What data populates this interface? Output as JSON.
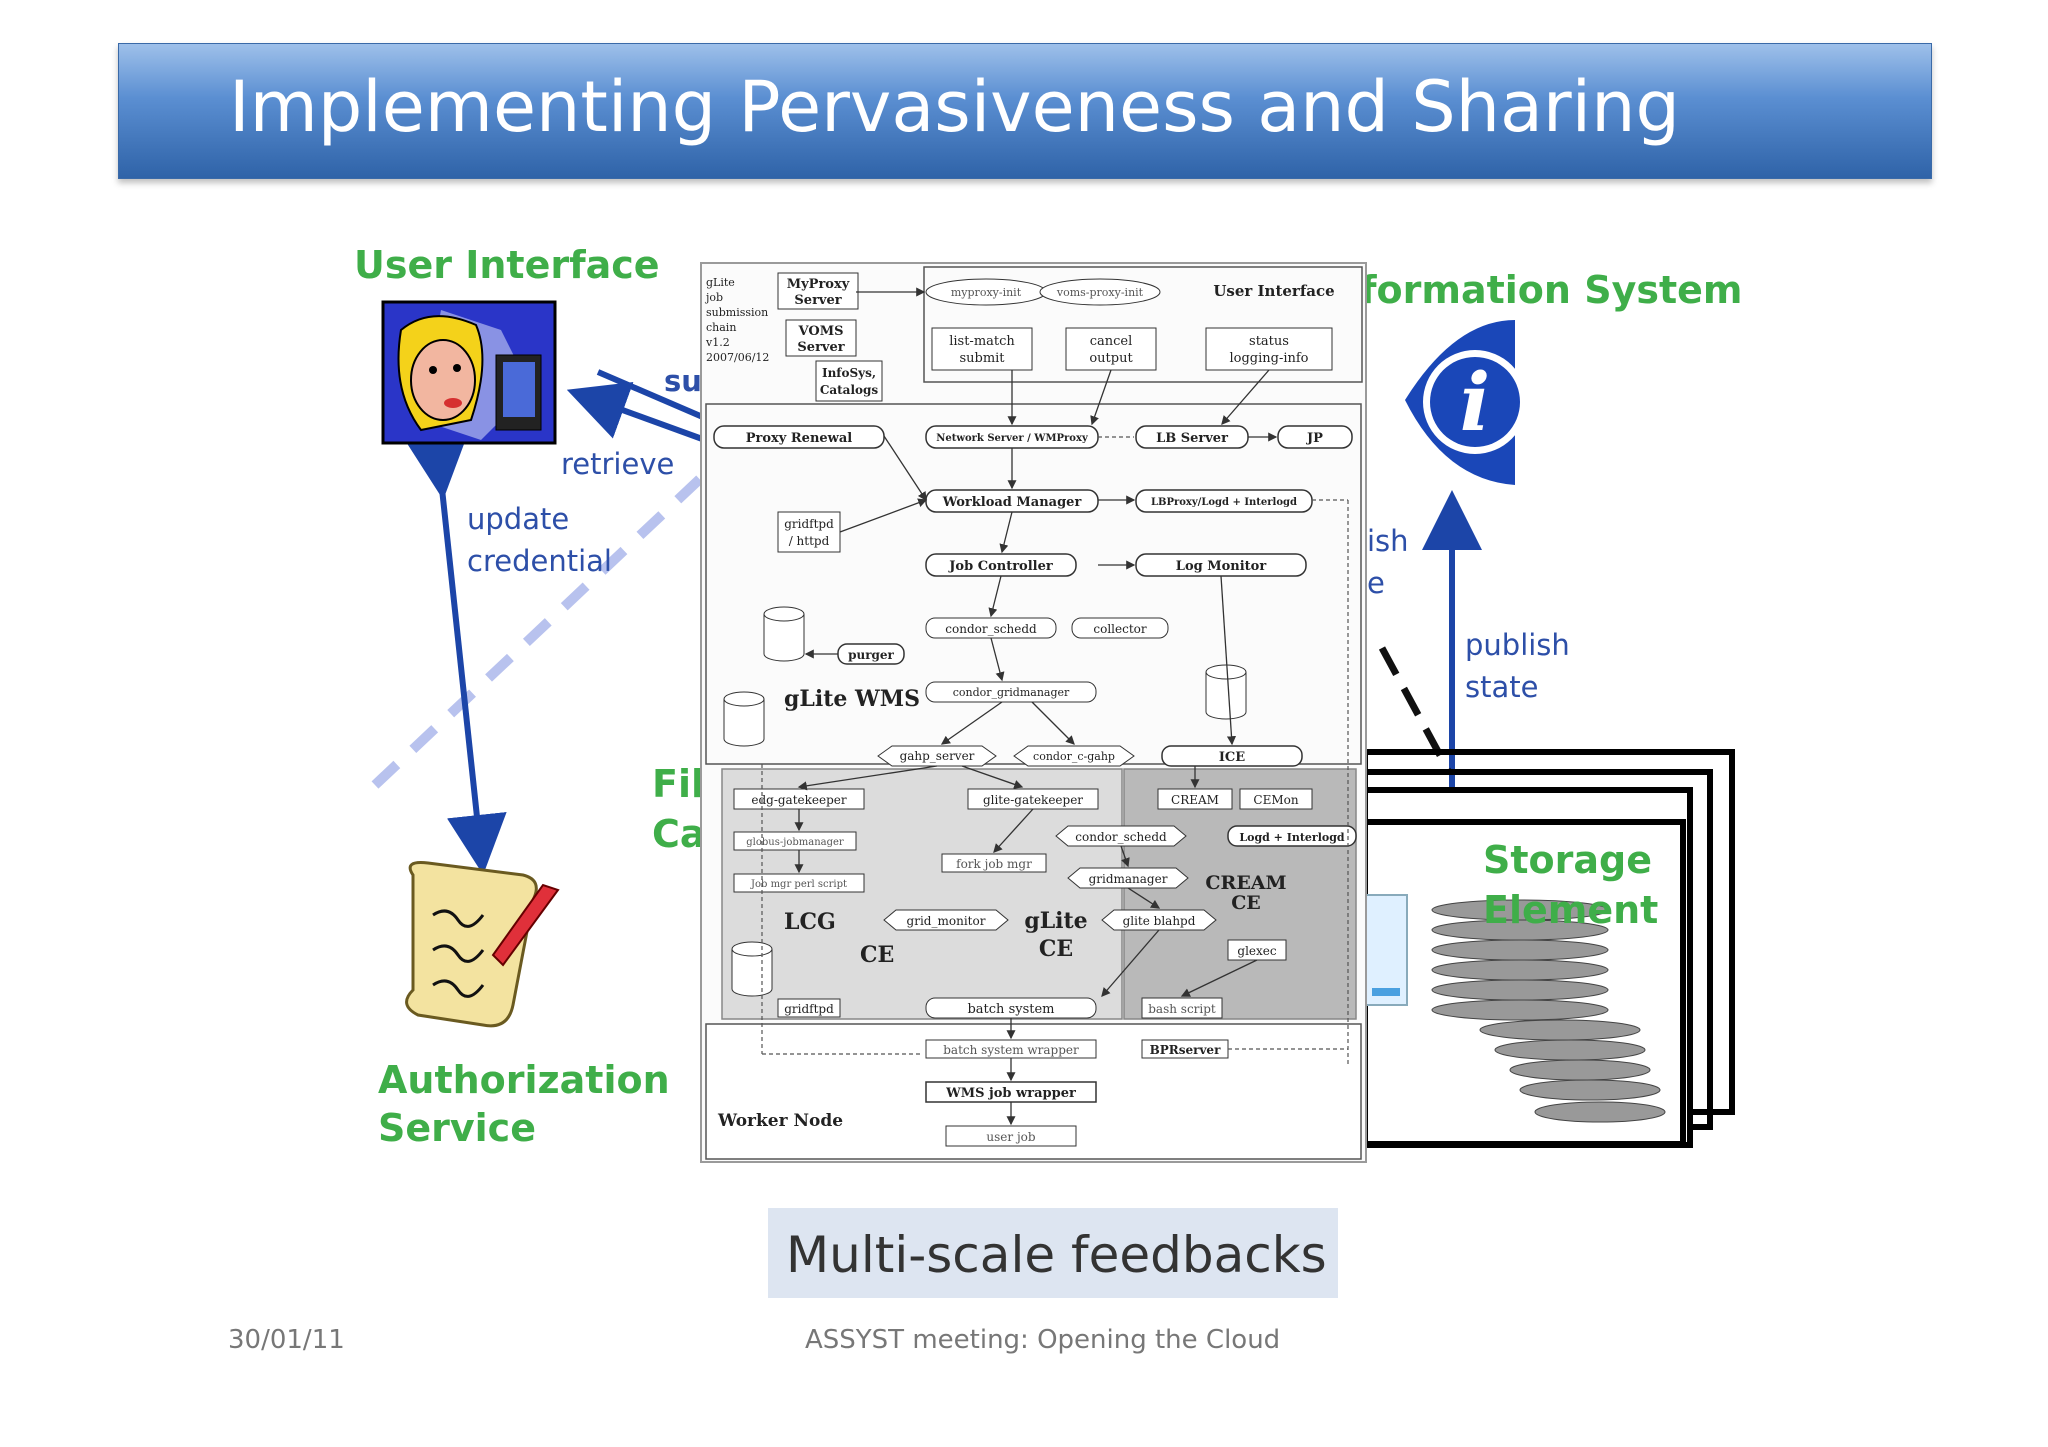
{
  "slide": {
    "title": "Implementing Pervasiveness and Sharing",
    "caption": "Multi-scale feedbacks",
    "footer_date": "30/01/11",
    "footer_center": "ASSYST meeting: Opening the Cloud"
  },
  "outer": {
    "user_interface": "User Interface",
    "information_system": "formation System",
    "retrieve": "retrieve",
    "submit_partial": "su",
    "update_credential_1": "update",
    "update_credential_2": "credential",
    "file_catalog_1": "Fil",
    "file_catalog_2": "Ca",
    "publish_state_1": "publish",
    "publish_state_2": "state",
    "ish_partial": "ish",
    "e_partial": "e",
    "storage_element_1": "Storage",
    "storage_element_2": "Element",
    "authorization_1": "Authorization",
    "authorization_2": "Service"
  },
  "wms": {
    "chain_note": [
      "gLite",
      "job",
      "submission",
      "chain",
      "v1.2",
      "2007/06/12"
    ],
    "myproxy_server_1": "MyProxy",
    "myproxy_server_2": "Server",
    "voms_server_1": "VOMS",
    "voms_server_2": "Server",
    "infosys_1": "InfoSys,",
    "infosys_2": "Catalogs",
    "myproxy_init": "myproxy-init",
    "voms_proxy_init": "voms-proxy-init",
    "ui_label": "User Interface",
    "list_match_1": "list-match",
    "list_match_2": "submit",
    "cancel_1": "cancel",
    "cancel_2": "output",
    "status_1": "status",
    "status_2": "logging-info",
    "proxy_renewal": "Proxy Renewal",
    "network_server": "Network Server / WMProxy",
    "lb_server": "LB Server",
    "jp": "JP",
    "workload_manager": "Workload Manager",
    "lbproxy": "LBProxy/Logd + Interlogd",
    "gridftpd_1": "gridftpd",
    "gridftpd_2": "/ httpd",
    "job_controller": "Job Controller",
    "log_monitor": "Log Monitor",
    "condor_schedd": "condor_schedd",
    "collector": "collector",
    "purger": "purger",
    "glite_wms": "gLite WMS",
    "condor_gridmanager": "condor_gridmanager",
    "gahp_server": "gahp_server",
    "condor_c_gahp": "condor_c-gahp",
    "ice": "ICE",
    "edg_gatekeeper": "edg-gatekeeper",
    "glite_gatekeeper": "glite-gatekeeper",
    "cream": "CREAM",
    "cemon": "CEMon",
    "globus_jobmanager": "globus-jobmanager",
    "fork_job_mgr": "fork job mgr",
    "condor_schedd_2": "condor_schedd",
    "logd_interlogd": "Logd + Interlogd",
    "job_mgr_perl": "Job mgr perl script",
    "gridmanager": "gridmanager",
    "cream_ce_1": "CREAM",
    "cream_ce_2": "CE",
    "lcg": "LCG",
    "lcg_ce": "CE",
    "grid_monitor": "grid_monitor",
    "glite_ce_1": "gLite",
    "glite_ce_2": "CE",
    "glite_blahpd": "glite blahpd",
    "glexec": "glexec",
    "gridftpd_ce": "gridftpd",
    "batch_system": "batch system",
    "bash_script": "bash script",
    "batch_wrapper": "batch system wrapper",
    "bprserver": "BPRserver",
    "wms_job_wrapper": "WMS job wrapper",
    "worker_node": "Worker Node",
    "user_job": "user job"
  },
  "colors": {
    "green_label": "#3fae49",
    "blue_arrow": "#1c45a8",
    "title_bar": "#3f73b8"
  },
  "icons": [
    "woman-at-computer-icon",
    "info-eye-icon",
    "scroll-quill-icon",
    "disk-stack-icon",
    "server-icon"
  ]
}
